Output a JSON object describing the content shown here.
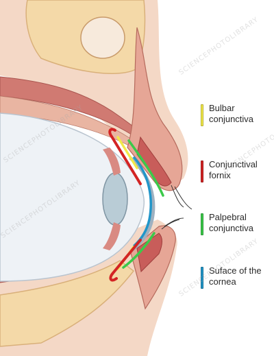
{
  "legend": {
    "items": [
      {
        "label": "Bulbar\nconjunctiva",
        "color": "#f2e94a"
      },
      {
        "label": "Conjunctival\nfornix",
        "color": "#d32424"
      },
      {
        "label": "Palpebral\nconjunctiva",
        "color": "#3bc94a"
      },
      {
        "label": "Suface of the\ncornea",
        "color": "#2296c9"
      }
    ]
  },
  "watermark": {
    "text": "SCIENCEPHOTOLIBRARY"
  },
  "colors": {
    "skin": "#e7b3a4",
    "muscle": "#c86b6b",
    "bone": "#f4d9a8",
    "fat": "#f7e3c8",
    "sclera": "#eef2f6",
    "lens": "#b9ccd6"
  }
}
